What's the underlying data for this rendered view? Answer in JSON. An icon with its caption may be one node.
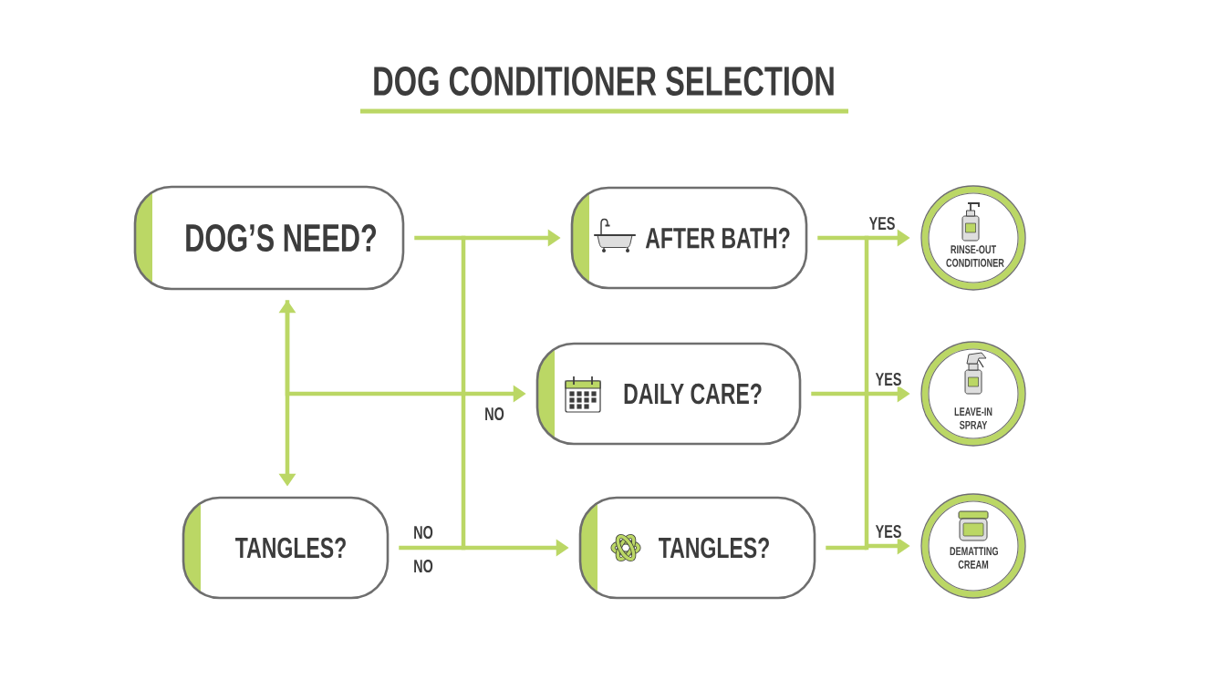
{
  "diagram": {
    "title": "DOG CONDITIONER SELECTION",
    "nodes": [
      {
        "text": [
          "DOG’S NEED?"
        ]
      },
      {
        "text": [
          "AFTER BATH?"
        ]
      },
      {
        "text": [
          "RINSE-OUT CONDITIONER"
        ]
      },
      {
        "text": [
          "DAILY CARE?"
        ]
      },
      {
        "text": [
          "LEAVE-IN SPRAY"
        ]
      },
      {
        "text": [
          "TANGLES?"
        ]
      },
      {
        "text": [
          "TANGLES?"
        ]
      },
      {
        "text": [
          "DEMATTING CREAM"
        ]
      }
    ],
    "edges": [
      {
        "from": 0,
        "to": 1,
        "arrow": "to"
      },
      {
        "from": 0,
        "to": 6,
        "arrow": "to"
      },
      {
        "from": 0,
        "to": 3,
        "arrow": "to",
        "label": "NO"
      },
      {
        "from": 0,
        "to": 5,
        "arrow": "both"
      },
      {
        "from": 5,
        "to": 1,
        "arrow": "to",
        "label": "NO"
      },
      {
        "from": 5,
        "to": 6,
        "arrow": "to",
        "label": "NO"
      },
      {
        "from": 1,
        "to": 2,
        "arrow": "to",
        "label": "YES"
      },
      {
        "from": 1,
        "to": 4,
        "arrow": "to"
      },
      {
        "from": 1,
        "to": 7,
        "arrow": "to"
      },
      {
        "from": 3,
        "to": 2,
        "arrow": "to"
      },
      {
        "from": 3,
        "to": 4,
        "arrow": "to",
        "label": "YES"
      },
      {
        "from": 3,
        "to": 7,
        "arrow": "to"
      },
      {
        "from": 6,
        "to": 2,
        "arrow": "to"
      },
      {
        "from": 6,
        "to": 4,
        "arrow": "to"
      },
      {
        "from": 6,
        "to": 7,
        "arrow": "to",
        "label": "YES"
      }
    ]
  }
}
